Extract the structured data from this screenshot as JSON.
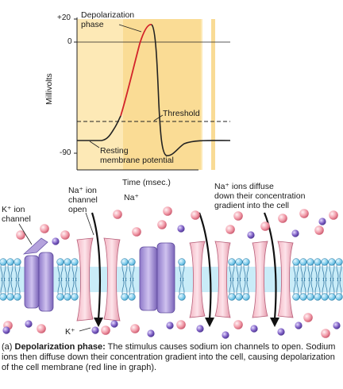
{
  "graph": {
    "ylabel": "Millivolts",
    "xlabel": "Time (msec.)",
    "ticks": {
      "plus20": "+20",
      "zero": "0",
      "minus90": "-90"
    },
    "label_depolarization_line1": "Depolarization",
    "label_depolarization_line2": "phase",
    "label_threshold": "Threshold",
    "label_resting_line1": "Resting",
    "label_resting_line2": "membrane potential"
  },
  "membrane": {
    "label_k_channel_line1": "K⁺ ion",
    "label_k_channel_line2": "channel",
    "label_na_channel_line1": "Na⁺ ion",
    "label_na_channel_line2": "channel",
    "label_na_channel_line3": "open",
    "label_na_ion": "Na⁺",
    "label_k_ion": "K⁺",
    "label_diffuse_line1": "Na⁺ ions diffuse",
    "label_diffuse_line2": "down their concentration",
    "label_diffuse_line3": "gradient into the cell"
  },
  "caption": {
    "prefix": "(a) ",
    "title": "Depolarization phase:",
    "text": " The stimulus causes sodium ion channels to open. Sodium ions then diffuse down their concentration gradient into the cell, causing depolarization of the cell membrane (red line in graph)."
  },
  "colors": {
    "graph_bg": "#fde7b0",
    "graph_band": "#f7cf6e",
    "trace": "#222222",
    "depolarization": "#d2232a",
    "na_ion": "#f2a7b1",
    "k_ion": "#8a6ac8",
    "lipid_head": "#8fd3ee",
    "na_channel": "#f7c9d3",
    "k_channel": "#b5a3dd"
  }
}
